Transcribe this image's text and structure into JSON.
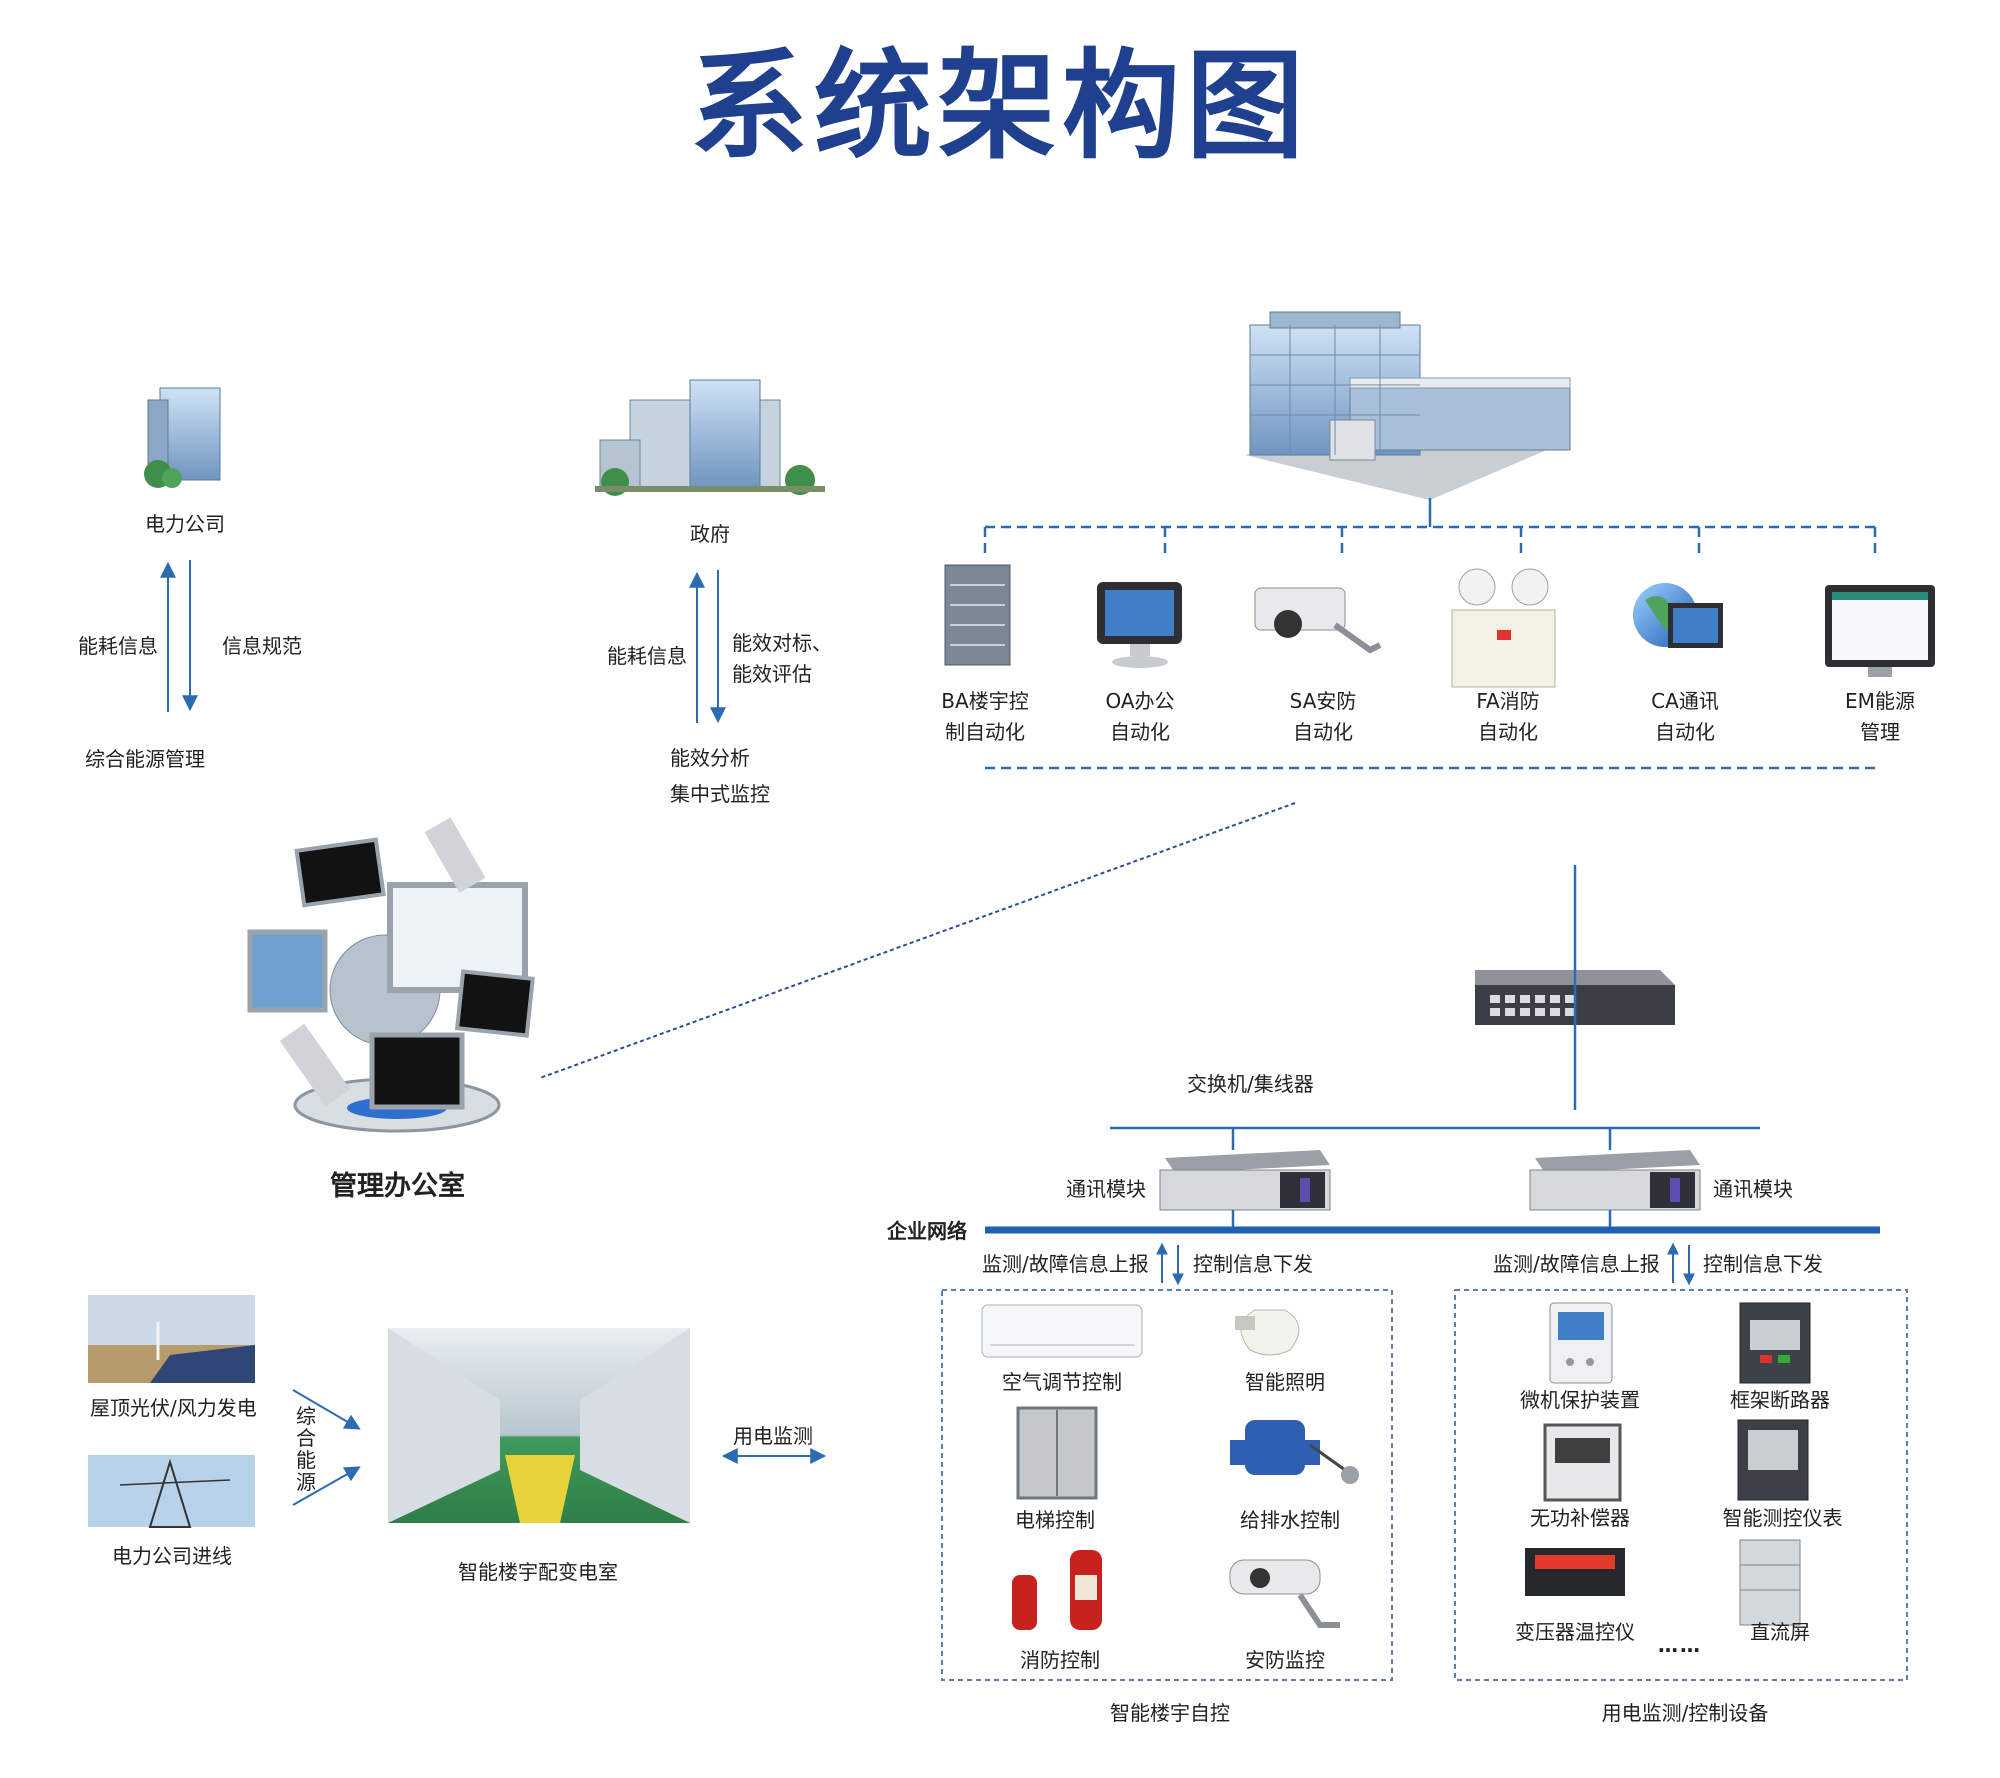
{
  "title": "系统架构图",
  "colors": {
    "title": "#1f3f8f",
    "line": "#2b6cb0",
    "network": "#1f5fb4"
  },
  "left_top": {
    "power_company": {
      "label": "电力公司",
      "up": "能耗信息",
      "down": "信息规范",
      "bottom": "综合能源管理"
    },
    "government": {
      "label": "政府",
      "up": "能耗信息",
      "down": "能效对标、\n能效评估",
      "bottom_1": "能效分析",
      "bottom_2": "集中式监控"
    }
  },
  "subsystems": [
    {
      "line1": "BA楼宇控",
      "line2": "制自动化",
      "icon": "building-icon"
    },
    {
      "line1": "OA办公",
      "line2": "自动化",
      "icon": "monitor-icon"
    },
    {
      "line1": "SA安防",
      "line2": "自动化",
      "icon": "camera-icon"
    },
    {
      "line1": "FA消防",
      "line2": "自动化",
      "icon": "emergency-light-icon"
    },
    {
      "line1": "CA通讯",
      "line2": "自动化",
      "icon": "globe-monitor-icon"
    },
    {
      "line1": "EM能源",
      "line2": "管理",
      "icon": "screen-icon"
    }
  ],
  "office": {
    "label": "管理办公室"
  },
  "switch": {
    "label": "交换机/集线器"
  },
  "comm_module_left": "通讯模块",
  "comm_module_right": "通讯模块",
  "network": {
    "label": "企业网络"
  },
  "report_left": {
    "up": "监测/故障信息上报",
    "down": "控制信息下发"
  },
  "report_right": {
    "up": "监测/故障信息上报",
    "down": "控制信息下发"
  },
  "bas_items": [
    "空气调节控制",
    "智能照明",
    "电梯控制",
    "给排水控制",
    "消防控制",
    "安防监控"
  ],
  "bas_caption": "智能楼宇自控",
  "meter_items": [
    "微机保护装置",
    "框架断路器",
    "无功补偿器",
    "智能测控仪表",
    "变压器温控仪",
    "直流屏"
  ],
  "meter_ellipsis": "……",
  "meter_caption": "用电监测/控制设备",
  "sources": {
    "solar": "屋顶光伏/风力发电",
    "grid": "电力公司进线",
    "combined": "综合能源"
  },
  "substation": {
    "label": "智能楼宇配变电室",
    "monitor": "用电监测"
  }
}
